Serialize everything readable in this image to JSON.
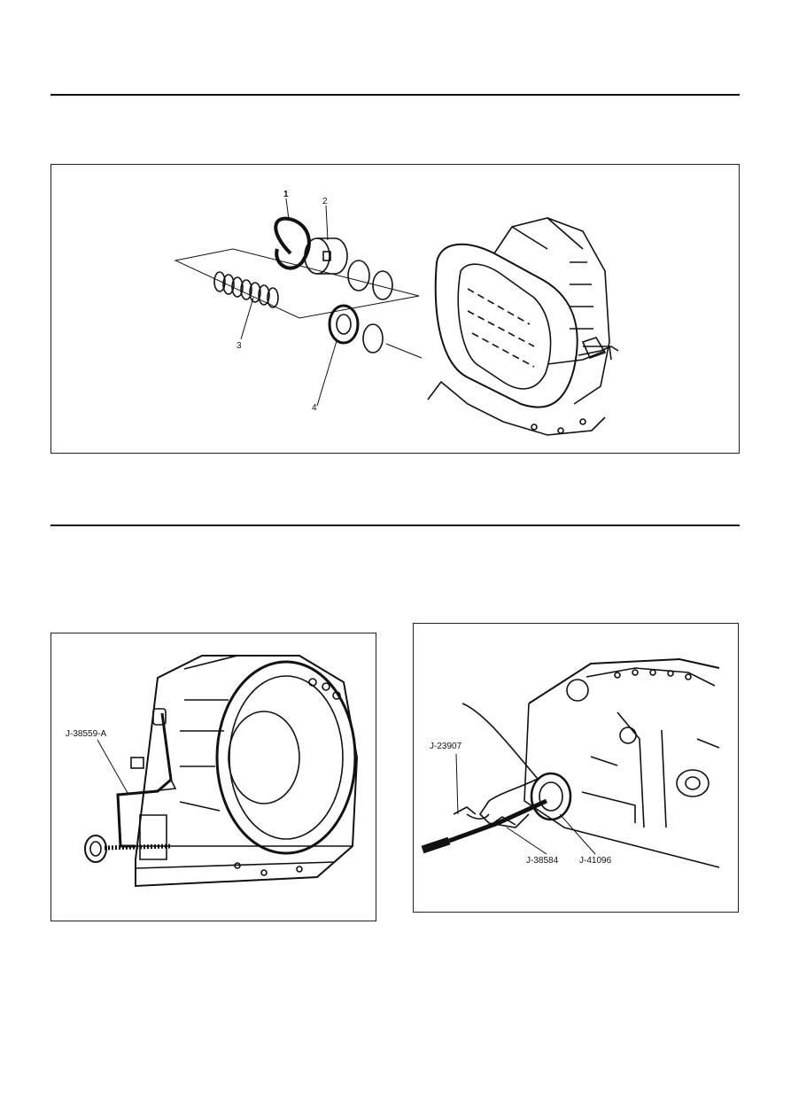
{
  "figure1": {
    "callouts": [
      "1",
      "2",
      "3",
      "4"
    ]
  },
  "figure2": {
    "tool_label": "J-38559-A"
  },
  "figure3": {
    "tool_labels": [
      "J-23907",
      "J-38584",
      "J-41096"
    ]
  }
}
